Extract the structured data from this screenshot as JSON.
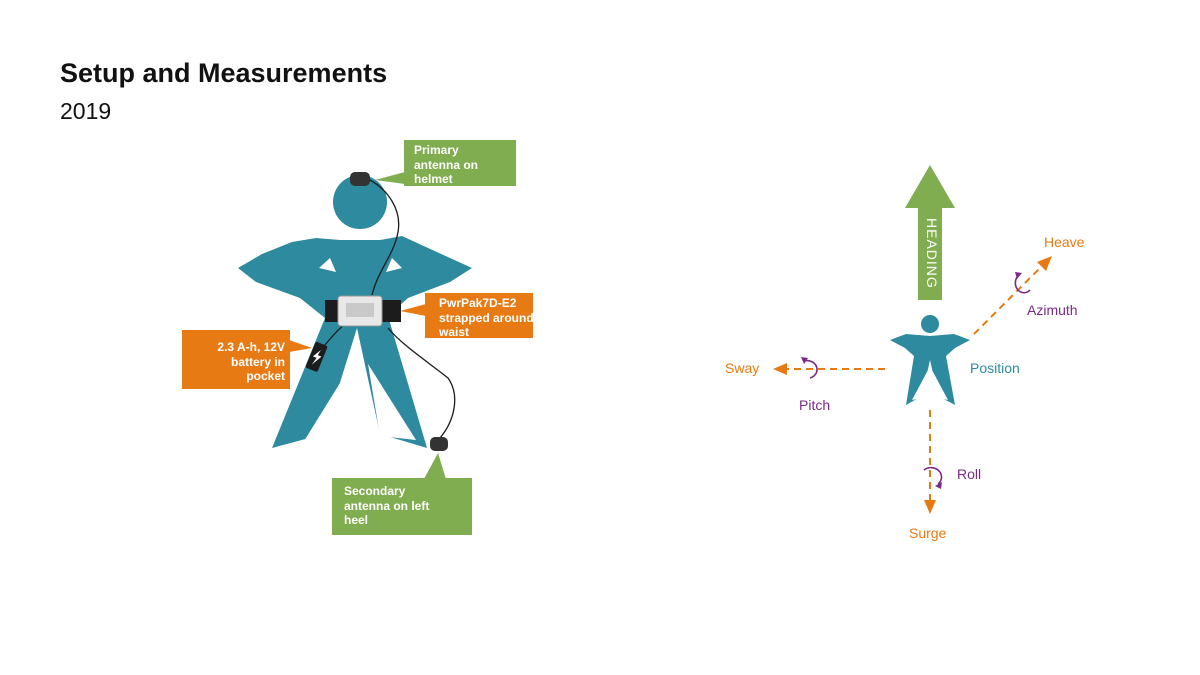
{
  "title": "Setup and Measurements",
  "subtitle": "2019",
  "callouts": {
    "primary": [
      "Primary",
      "antenna on",
      "helmet"
    ],
    "pwrpak": [
      "PwrPak7D-E2",
      "strapped around",
      "waist"
    ],
    "battery": [
      "2.3 A-h, 12V",
      "battery in",
      "pocket"
    ],
    "secondary": [
      "Secondary",
      "antenna on left",
      "heel"
    ]
  },
  "motion": {
    "heading": "HEADING",
    "heave": "Heave",
    "azimuth": "Azimuth",
    "sway": "Sway",
    "pitch": "Pitch",
    "position": "Position",
    "roll": "Roll",
    "surge": "Surge"
  },
  "colors": {
    "teal": "#2e8a9e",
    "green": "#80ad4f",
    "orange": "#e87a13",
    "purple": "#7a2a86"
  }
}
